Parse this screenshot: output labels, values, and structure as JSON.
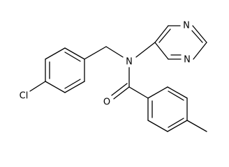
{
  "molecule": {
    "atoms": {
      "n_amide": "N",
      "n_pyrazine_top": "N",
      "n_pyrazine_bottom": "N",
      "oxygen": "O",
      "chlorine": "Cl"
    }
  }
}
